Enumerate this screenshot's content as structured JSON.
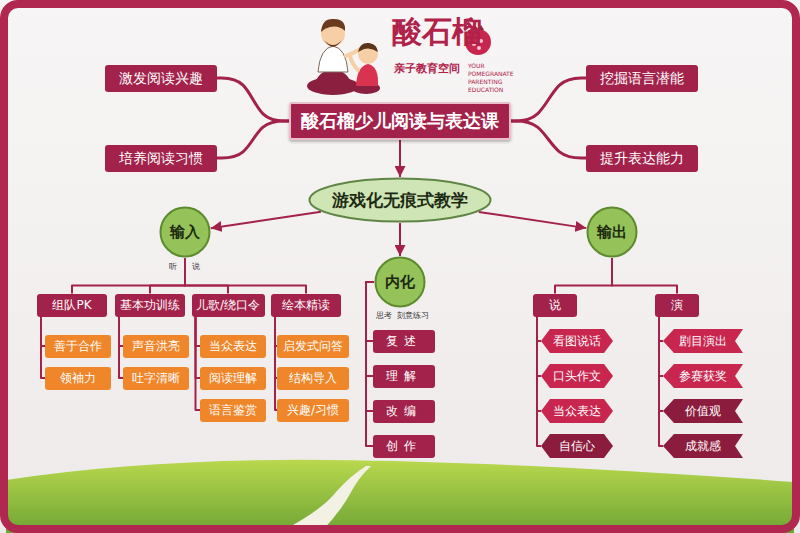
{
  "diagram": {
    "nodes": [
      {
        "text": [
          "激发阅读兴趣"
        ]
      },
      {
        "text": [
          "挖掘语言潜能"
        ]
      },
      {
        "text": [
          "酸石榴少儿阅读与表达课"
        ]
      },
      {
        "text": [
          "培养阅读习惯"
        ]
      },
      {
        "text": [
          "提升表达能力"
        ]
      },
      {
        "text": [
          "游戏化无痕式教学"
        ]
      },
      {
        "text": [
          "输入"
        ]
      },
      {
        "text": [
          "内化"
        ]
      },
      {
        "text": [
          "输出"
        ]
      },
      {
        "text": [
          "组队PK"
        ]
      },
      {
        "text": [
          "基本功训练"
        ]
      },
      {
        "text": [
          "儿歌/绕口令"
        ]
      },
      {
        "text": [
          "绘本精读"
        ]
      },
      {
        "text": [
          "说"
        ]
      },
      {
        "text": [
          "演"
        ]
      },
      {
        "text": [
          "善于合作"
        ]
      },
      {
        "text": [
          "领袖力"
        ]
      },
      {
        "text": [
          "声音洪亮"
        ]
      },
      {
        "text": [
          "吐字清晰"
        ]
      },
      {
        "text": [
          "当众表达"
        ]
      },
      {
        "text": [
          "阅读理解"
        ]
      },
      {
        "text": [
          "语言鉴赏"
        ]
      },
      {
        "text": [
          "启发式问答"
        ]
      },
      {
        "text": [
          "结构导入"
        ]
      },
      {
        "text": [
          "兴趣/习惯"
        ]
      },
      {
        "text": [
          "复述"
        ]
      },
      {
        "text": [
          "理解"
        ]
      },
      {
        "text": [
          "改编"
        ]
      },
      {
        "text": [
          "创作"
        ]
      },
      {
        "text": [
          "看图说话"
        ]
      },
      {
        "text": [
          "口头作文"
        ]
      },
      {
        "text": [
          "当众表达"
        ]
      },
      {
        "text": [
          "自信心"
        ]
      },
      {
        "text": [
          "剧目演出"
        ]
      },
      {
        "text": [
          "参赛获奖"
        ]
      },
      {
        "text": [
          "价值观"
        ]
      },
      {
        "text": [
          "成就感"
        ]
      }
    ],
    "edges": [
      {
        "from": 0,
        "to": 2,
        "arrow": "none"
      },
      {
        "from": 1,
        "to": 2,
        "arrow": "none"
      },
      {
        "from": 3,
        "to": 2,
        "arrow": "none"
      },
      {
        "from": 4,
        "to": 2,
        "arrow": "none"
      },
      {
        "from": 2,
        "to": 5,
        "arrow": "to"
      },
      {
        "from": 5,
        "to": 6,
        "arrow": "to"
      },
      {
        "from": 5,
        "to": 7,
        "arrow": "to"
      },
      {
        "from": 5,
        "to": 8,
        "arrow": "to"
      },
      {
        "from": 6,
        "to": 9,
        "arrow": "none"
      },
      {
        "from": 6,
        "to": 10,
        "arrow": "none"
      },
      {
        "from": 6,
        "to": 11,
        "arrow": "none"
      },
      {
        "from": 6,
        "to": 12,
        "arrow": "none"
      },
      {
        "from": 8,
        "to": 13,
        "arrow": "none"
      },
      {
        "from": 8,
        "to": 14,
        "arrow": "none"
      },
      {
        "from": 9,
        "to": 15,
        "arrow": "none"
      },
      {
        "from": 9,
        "to": 16,
        "arrow": "none"
      },
      {
        "from": 10,
        "to": 17,
        "arrow": "none"
      },
      {
        "from": 10,
        "to": 18,
        "arrow": "none"
      },
      {
        "from": 11,
        "to": 19,
        "arrow": "none"
      },
      {
        "from": 11,
        "to": 20,
        "arrow": "none"
      },
      {
        "from": 11,
        "to": 21,
        "arrow": "none"
      },
      {
        "from": 12,
        "to": 22,
        "arrow": "none"
      },
      {
        "from": 12,
        "to": 23,
        "arrow": "none"
      },
      {
        "from": 12,
        "to": 24,
        "arrow": "none"
      },
      {
        "from": 7,
        "to": 25,
        "arrow": "none"
      },
      {
        "from": 7,
        "to": 26,
        "arrow": "none"
      },
      {
        "from": 7,
        "to": 27,
        "arrow": "none"
      },
      {
        "from": 7,
        "to": 28,
        "arrow": "none"
      },
      {
        "from": 13,
        "to": 29,
        "arrow": "none"
      },
      {
        "from": 13,
        "to": 30,
        "arrow": "none"
      },
      {
        "from": 13,
        "to": 31,
        "arrow": "none"
      },
      {
        "from": 13,
        "to": 32,
        "arrow": "none"
      },
      {
        "from": 14,
        "to": 33,
        "arrow": "none"
      },
      {
        "from": 14,
        "to": 34,
        "arrow": "none"
      },
      {
        "from": 14,
        "to": 35,
        "arrow": "none"
      },
      {
        "from": 14,
        "to": 36,
        "arrow": "none"
      }
    ],
    "labels": [
      "酸石榴",
      "亲子教育空间",
      "YOUR POMEGRANATE PARENTING EDUCATION",
      "听",
      "说",
      "思考",
      "刻意练习"
    ]
  }
}
